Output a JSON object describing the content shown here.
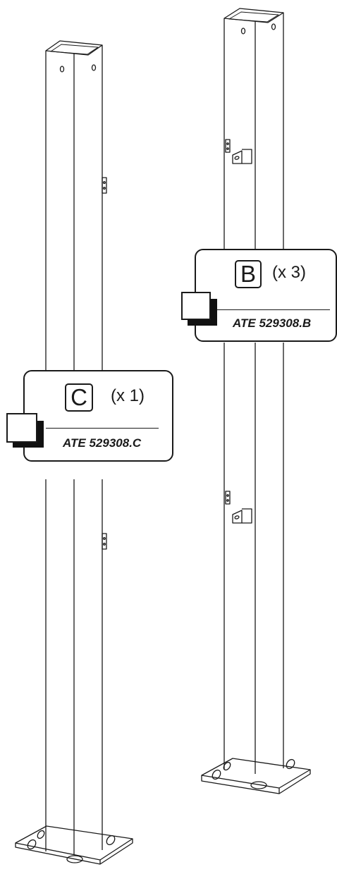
{
  "labels": {
    "b": {
      "letter": "B",
      "quantity": "(x 3)",
      "part_number": "ATE 529308.B"
    },
    "c": {
      "letter": "C",
      "quantity": "(x 1)",
      "part_number": "ATE 529308.C"
    }
  },
  "colors": {
    "line": "#1a1a1a",
    "paper": "#ffffff"
  }
}
